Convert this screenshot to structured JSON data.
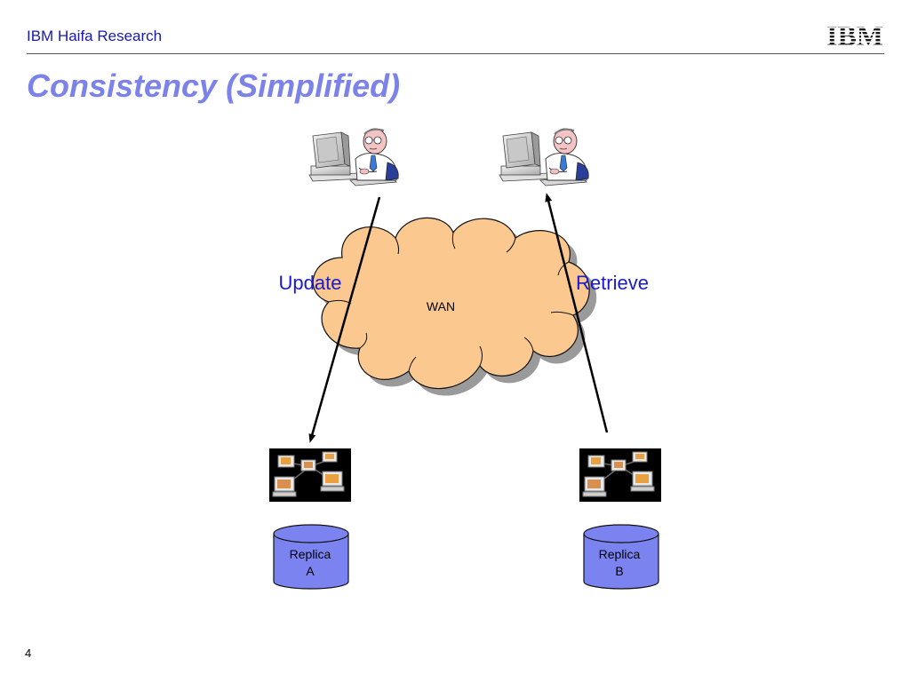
{
  "header": {
    "org_name": "IBM Haifa Research",
    "logo_text": "IBM"
  },
  "slide": {
    "title": "Consistency (Simplified)",
    "page_number": "4"
  },
  "diagram": {
    "cloud_label": "WAN",
    "update_label": "Update",
    "retrieve_label": "Retrieve",
    "replica_a": {
      "line1": "Replica",
      "line2": "A"
    },
    "replica_b": {
      "line1": "Replica",
      "line2": "B"
    }
  },
  "colors": {
    "header_text": "#1a1aa8",
    "title": "#7b83e8",
    "arrow_label": "#1a1ad0",
    "cloud_fill": "#fbc890",
    "replica_fill": "#7b83f0"
  }
}
